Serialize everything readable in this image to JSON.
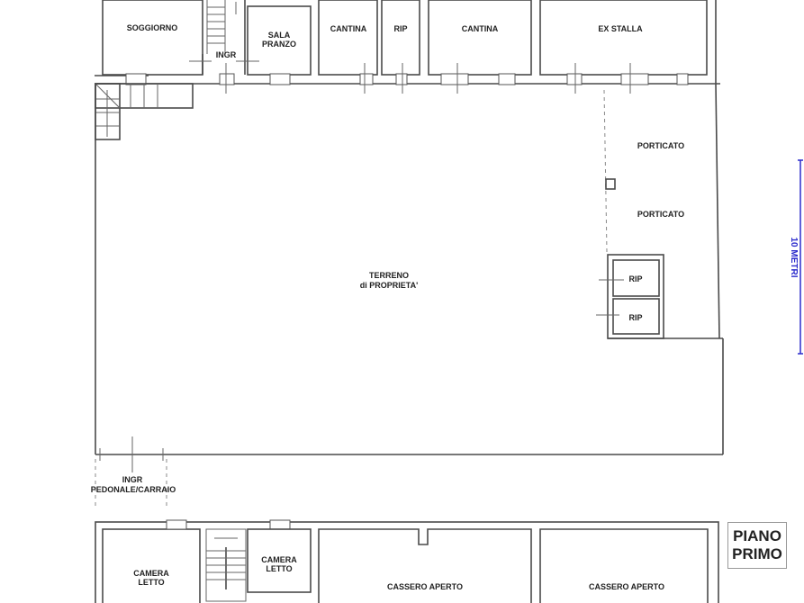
{
  "drawing": {
    "type": "floor-plan",
    "ground_floor": {
      "rooms": [
        {
          "id": "soggiorno",
          "label": "SOGGIORNO"
        },
        {
          "id": "ingr",
          "label": "INGR"
        },
        {
          "id": "sala-pranzo",
          "label_line1": "SALA",
          "label_line2": "PRANZO"
        },
        {
          "id": "cantina-1",
          "label": "CANTINA"
        },
        {
          "id": "rip-top",
          "label": "RIP"
        },
        {
          "id": "cantina-2",
          "label": "CANTINA"
        },
        {
          "id": "ex-stalla",
          "label": "EX STALLA"
        },
        {
          "id": "porticato-1",
          "label": "PORTICATO"
        },
        {
          "id": "porticato-2",
          "label": "PORTICATO"
        },
        {
          "id": "rip-1",
          "label": "RIP"
        },
        {
          "id": "rip-2",
          "label": "RIP"
        }
      ],
      "yard": {
        "label_line1": "TERRENO",
        "label_line2": "di PROPRIETA'"
      },
      "entrance": {
        "label_line1": "INGR",
        "label_line2": "PEDONALE/CARRAIO"
      }
    },
    "first_floor": {
      "title_line1": "PIANO",
      "title_line2": "PRIMO",
      "rooms": [
        {
          "id": "camera-letto-1",
          "label_line1": "CAMERA",
          "label_line2": "LETTO"
        },
        {
          "id": "camera-letto-2",
          "label_line1": "CAMERA",
          "label_line2": "LETTO"
        },
        {
          "id": "cassero-aperto-1",
          "label": "CASSERO APERTO"
        },
        {
          "id": "cassero-aperto-2",
          "label": "CASSERO APERTO"
        }
      ]
    },
    "scale_bar": {
      "label": "10 METRI",
      "color": "#2a2acc"
    }
  }
}
